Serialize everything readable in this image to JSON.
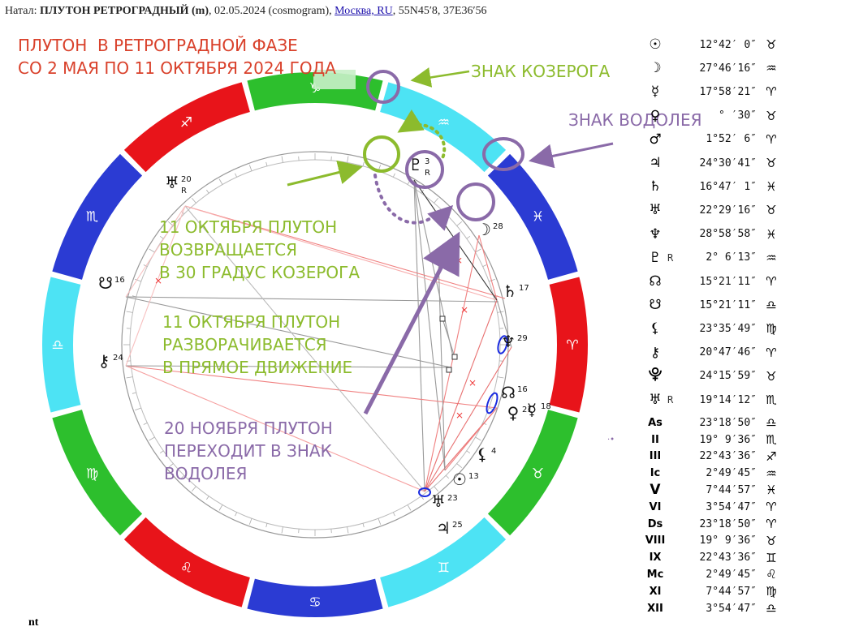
{
  "header": {
    "prefix": "Натал: ",
    "title": "ПЛУТОН РЕТРОГРАДНЫЙ (m)",
    "date_info": ", 02.05.2024 (cosmogram), ",
    "city_link": "Москва, RU",
    "coords": ", 55N45′8, 37E36′56"
  },
  "annotations": {
    "retro_title": "ПЛУТОН  В РЕТРОГРАДНОЙ ФАЗЕ\nСО 2 МАЯ ПО 11 ОКТЯБРЯ 2024 ГОДА",
    "capricorn_sign": "ЗНАК КОЗЕРОГА",
    "aquarius_sign": "ЗНАК ВОДОЛЕЯ",
    "return_30": "11 ОКТЯБРЯ ПЛУТОН\nВОЗВРАЩАЕТСЯ\nВ 30 ГРАДУС КОЗЕРОГА",
    "direct": "11 ОКТЯБРЯ ПЛУТОН\nРАЗВОРАЧИВАЕТСЯ\nВ ПРЯМОЕ ДВИЖЕНИЕ",
    "to_aquarius": "20 НОЯБРЯ ПЛУТОН\nПЕРЕХОДИТ В ЗНАК\nВОДОЛЕЯ"
  },
  "colors": {
    "fire": "#e8141a",
    "earth": "#2dbf2d",
    "air": "#4de3f4",
    "water": "#2b3bd3",
    "annot_red": "#d9412b",
    "annot_green": "#8cbb2d",
    "annot_purple": "#8a6aa8"
  },
  "wheel": {
    "signs": [
      {
        "name": "aries",
        "glyph": "♈"
      },
      {
        "name": "taurus",
        "glyph": "♉"
      },
      {
        "name": "gemini",
        "glyph": "♊"
      },
      {
        "name": "cancer",
        "glyph": "♋"
      },
      {
        "name": "leo",
        "glyph": "♌"
      },
      {
        "name": "virgo",
        "glyph": "♍"
      },
      {
        "name": "libra",
        "glyph": "♎"
      },
      {
        "name": "scorpio",
        "glyph": "♏"
      },
      {
        "name": "sagittarius",
        "glyph": "♐"
      },
      {
        "name": "capricorn",
        "glyph": "♑"
      },
      {
        "name": "aquarius",
        "glyph": "♒"
      },
      {
        "name": "pisces",
        "glyph": "♓"
      }
    ],
    "planets": [
      {
        "name": "pluto",
        "glyph": "♇",
        "deg": "3",
        "retro": "R"
      },
      {
        "name": "moon",
        "glyph": "☽",
        "deg": "28",
        "retro": ""
      },
      {
        "name": "saturn",
        "glyph": "♄",
        "deg": "17",
        "retro": ""
      },
      {
        "name": "neptune",
        "glyph": "♆",
        "deg": "29",
        "retro": ""
      },
      {
        "name": "node-north",
        "glyph": "☊",
        "deg": "16",
        "retro": ""
      },
      {
        "name": "venus",
        "glyph": "♀",
        "deg": "21",
        "retro": ""
      },
      {
        "name": "mercury",
        "glyph": "☿",
        "deg": "18",
        "retro": ""
      },
      {
        "name": "lilith",
        "glyph": "⚸",
        "deg": "4",
        "retro": ""
      },
      {
        "name": "sun",
        "glyph": "☉",
        "deg": "13",
        "retro": ""
      },
      {
        "name": "uranus",
        "glyph": "♅",
        "deg": "23",
        "retro": ""
      },
      {
        "name": "jupiter",
        "glyph": "♃",
        "deg": "25",
        "retro": ""
      },
      {
        "name": "chiron",
        "glyph": "⚷",
        "deg": "24",
        "retro": ""
      },
      {
        "name": "node-south",
        "glyph": "☋",
        "deg": "16",
        "retro": ""
      },
      {
        "name": "hades",
        "glyph": "♅",
        "deg": "20",
        "retro": "R"
      }
    ]
  },
  "positions": [
    {
      "glyph": "☉",
      "r": "",
      "deg": "12°42′ 0″",
      "sign": "♉"
    },
    {
      "glyph": "☽",
      "r": "",
      "deg": "27°46′16″",
      "sign": "♒"
    },
    {
      "glyph": "☿",
      "r": "",
      "deg": "17°58′21″",
      "sign": "♈"
    },
    {
      "glyph": "♀",
      "r": "",
      "deg": "  °  ′30″",
      "sign": "♉"
    },
    {
      "glyph": "♂",
      "r": "",
      "deg": "1°52′ 6″",
      "sign": "♈"
    },
    {
      "glyph": "♃",
      "r": "",
      "deg": "24°30′41″",
      "sign": "♉"
    },
    {
      "glyph": "♄",
      "r": "",
      "deg": "16°47′ 1″",
      "sign": "♓"
    },
    {
      "glyph": "♅",
      "r": "",
      "deg": "22°29′16″",
      "sign": "♉"
    },
    {
      "glyph": "♆",
      "r": "",
      "deg": "28°58′58″",
      "sign": "♓"
    },
    {
      "glyph": "♇",
      "r": "R",
      "deg": "2° 6′13″",
      "sign": "♒"
    },
    {
      "glyph": "☊",
      "r": "",
      "deg": "15°21′11″",
      "sign": "♈"
    },
    {
      "glyph": "☋",
      "r": "",
      "deg": "15°21′11″",
      "sign": "♎"
    },
    {
      "glyph": "⚸",
      "r": "",
      "deg": "23°35′49″",
      "sign": "♍"
    },
    {
      "glyph": "⚷",
      "r": "",
      "deg": "20°47′46″",
      "sign": "♈"
    },
    {
      "glyph": "⯓",
      "r": "",
      "deg": "24°15′59″",
      "sign": "♉"
    },
    {
      "glyph": "♅",
      "r": "R",
      "deg": "19°14′12″",
      "sign": "♏"
    },
    {
      "glyph": "As",
      "r": "",
      "deg": "23°18′50″",
      "sign": "♎"
    },
    {
      "glyph": "II",
      "r": "",
      "deg": "19° 9′36″",
      "sign": "♏"
    },
    {
      "glyph": "III",
      "r": "",
      "deg": "22°43′36″",
      "sign": "♐"
    },
    {
      "glyph": "Ic",
      "r": "",
      "deg": "2°49′45″",
      "sign": "♒"
    },
    {
      "glyph": "V",
      "r": "",
      "deg": "7°44′57″",
      "sign": "♓"
    },
    {
      "glyph": "VI",
      "r": "",
      "deg": "3°54′47″",
      "sign": "♈"
    },
    {
      "glyph": "Ds",
      "r": "",
      "deg": "23°18′50″",
      "sign": "♈"
    },
    {
      "glyph": "VIII",
      "r": "",
      "deg": "19° 9′36″",
      "sign": "♉"
    },
    {
      "glyph": "IX",
      "r": "",
      "deg": "22°43′36″",
      "sign": "♊"
    },
    {
      "glyph": "Mc",
      "r": "",
      "deg": "2°49′45″",
      "sign": "♌"
    },
    {
      "glyph": "XI",
      "r": "",
      "deg": "7°44′57″",
      "sign": "♍"
    },
    {
      "glyph": "XII",
      "r": "",
      "deg": "3°54′47″",
      "sign": "♎"
    }
  ],
  "footer": "nt"
}
